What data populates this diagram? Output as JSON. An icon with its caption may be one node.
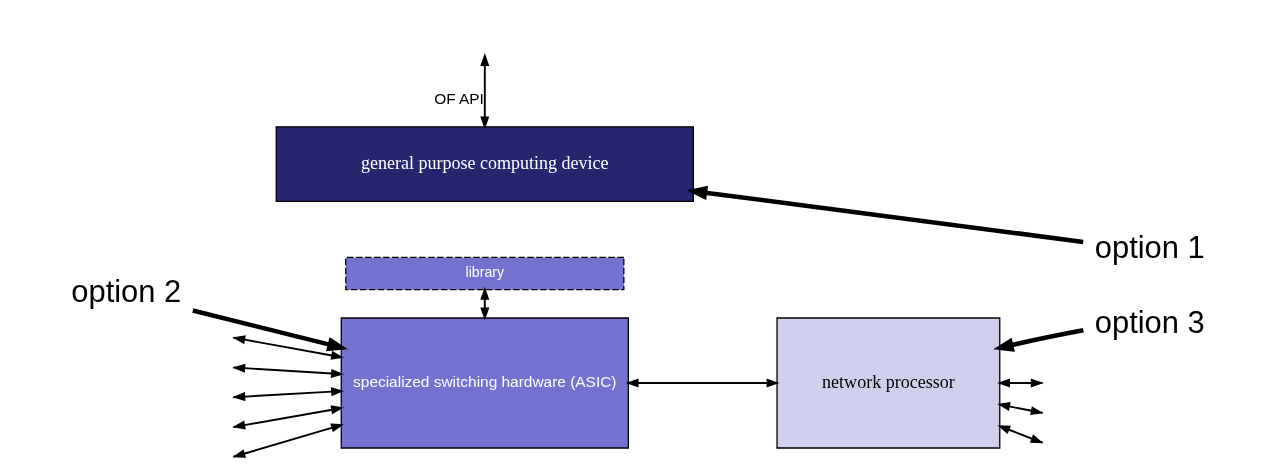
{
  "diagram": {
    "nodes": [
      {
        "text": [
          "general purpose computing device"
        ]
      },
      {
        "text": [
          "library"
        ]
      },
      {
        "text": [
          "specialized switching hardware (ASIC)"
        ]
      },
      {
        "text": [
          "network processor"
        ]
      },
      {
        "text": [
          "option 1"
        ]
      },
      {
        "text": [
          "option 2"
        ]
      },
      {
        "text": [
          "option 3"
        ]
      }
    ],
    "edges": [
      {
        "from": null,
        "to": 0,
        "arrow": "both",
        "label": "OF API"
      },
      {
        "from": 1,
        "to": 2,
        "arrow": "both"
      },
      {
        "from": 2,
        "to": 3,
        "arrow": "both"
      },
      {
        "from": null,
        "to": 2,
        "arrow": "both"
      },
      {
        "from": null,
        "to": 2,
        "arrow": "both"
      },
      {
        "from": null,
        "to": 2,
        "arrow": "both"
      },
      {
        "from": null,
        "to": 2,
        "arrow": "both"
      },
      {
        "from": null,
        "to": 2,
        "arrow": "both"
      },
      {
        "from": 3,
        "to": null,
        "arrow": "both"
      },
      {
        "from": 3,
        "to": null,
        "arrow": "both"
      },
      {
        "from": 3,
        "to": null,
        "arrow": "both"
      },
      {
        "from": 4,
        "to": 0,
        "arrow": "to",
        "style": "thick"
      },
      {
        "from": 5,
        "to": 2,
        "arrow": "to",
        "style": "thick"
      },
      {
        "from": 6,
        "to": 3,
        "arrow": "to",
        "style": "thick"
      }
    ]
  }
}
